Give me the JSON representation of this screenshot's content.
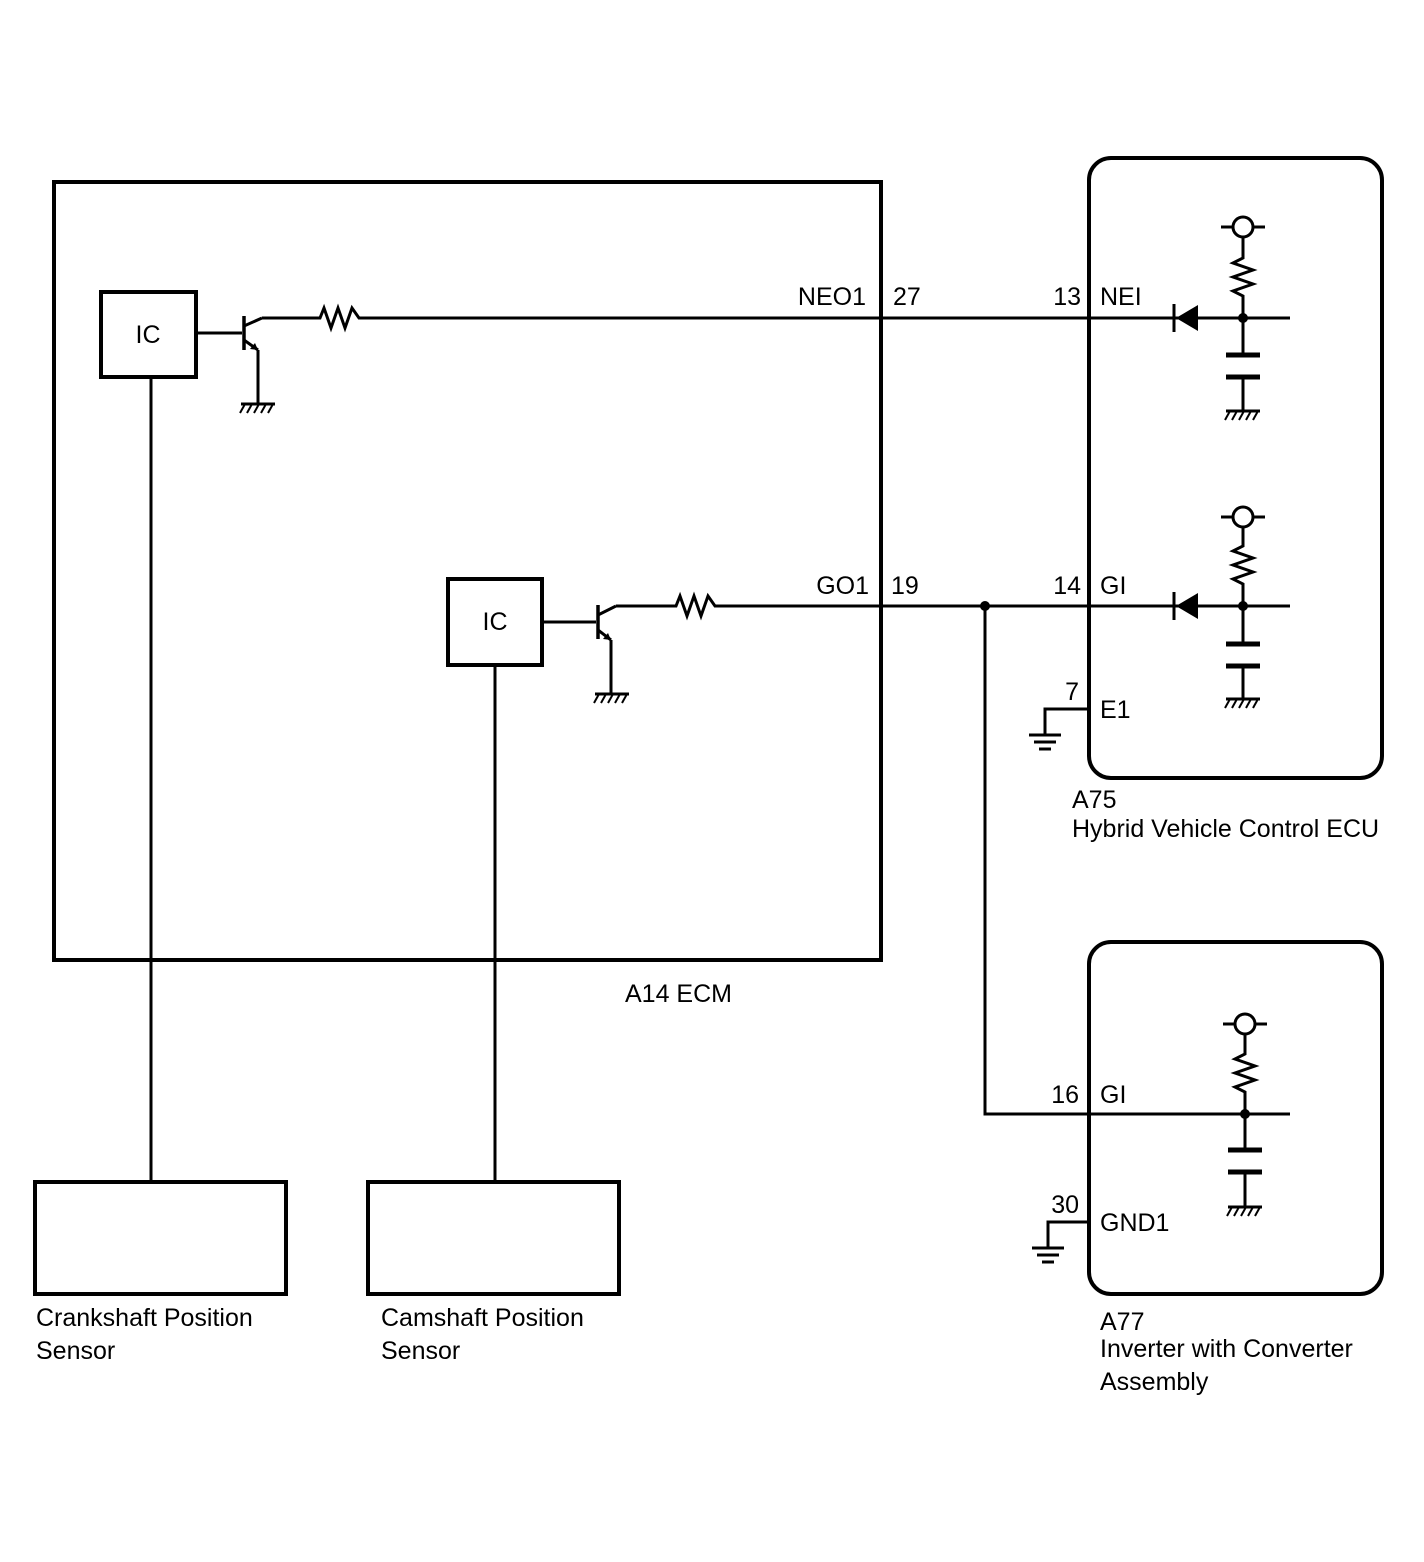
{
  "ecm": {
    "label": "A14 ECM",
    "ic_crank": "IC",
    "ic_cam": "IC",
    "pin_neo1_name": "NEO1",
    "pin_neo1_num": "27",
    "pin_go1_name": "GO1",
    "pin_go1_num": "19"
  },
  "hv_ecu": {
    "code": "A75",
    "name": "Hybrid Vehicle Control ECU",
    "pin_nei_num": "13",
    "pin_nei_name": "NEI",
    "pin_gi_num": "14",
    "pin_gi_name": "GI",
    "pin_e1_num": "7",
    "pin_e1_name": "E1"
  },
  "inverter": {
    "code": "A77",
    "name_line1": "Inverter with Converter",
    "name_line2": "Assembly",
    "pin_gi_num": "16",
    "pin_gi_name": "GI",
    "pin_gnd_num": "30",
    "pin_gnd_name": "GND1"
  },
  "crank_sensor": {
    "line1": "Crankshaft Position",
    "line2": "Sensor"
  },
  "cam_sensor": {
    "line1": "Camshaft Position",
    "line2": "Sensor"
  },
  "colors": {
    "line": "#000000",
    "background": "#ffffff"
  }
}
